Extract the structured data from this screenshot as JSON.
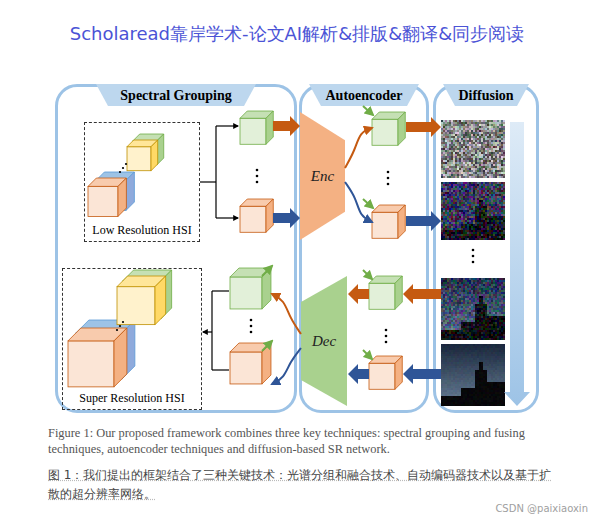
{
  "diagram": {
    "title": "Scholaread靠岸学术-论文AI解析&排版&翻译&同步阅读",
    "caption": "Figure 1: Our proposed framework combines three key techniques: spectral grouping and fusing techniques, autoencoder techniques and diffusion-based SR network.",
    "nodes": [
      {
        "text": [
          "Spectral Grouping"
        ]
      },
      {
        "text": [
          "Low Resolution HSI"
        ],
        "in": 0
      },
      {
        "text": [
          "Super Resolution HSI"
        ],
        "in": 0
      },
      {
        "text": [
          "Autoencoder"
        ]
      },
      {
        "text": [
          "Enc"
        ],
        "in": 3
      },
      {
        "text": [
          "Dec"
        ],
        "in": 3
      },
      {
        "text": [
          "Diffusion"
        ]
      }
    ],
    "labels": [
      "图 1：我们提出的框架结合了三种关键技术：光谱分组和融合技术、自动编码器技术以及基于扩散的超分辨率网络。",
      "CSDN @paixiaoxin"
    ]
  }
}
